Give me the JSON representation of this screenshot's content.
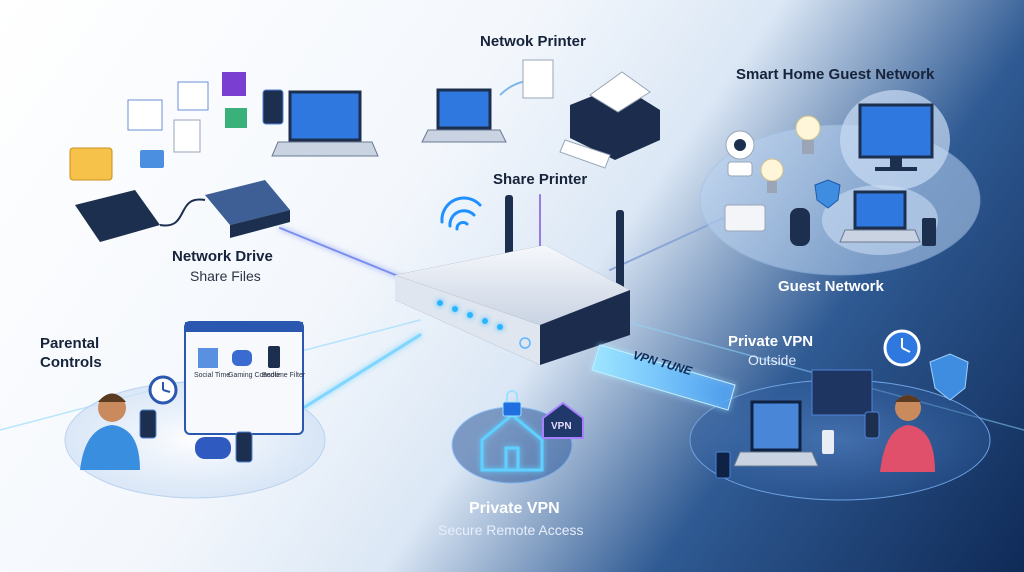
{
  "labels": {
    "network_printer": "Netwok Printer",
    "share_printer": "Share Printer",
    "smart_home": "Smart Home Guest Network",
    "guest_network": "Guest Network",
    "network_drive": "Network Drive",
    "share_files": "Share Files",
    "parental_controls": "Parental\nControls",
    "private_vpn_outside": "Private VPN",
    "outside": "Outside",
    "private_vpn_bottom": "Private VPN",
    "secure_remote": "Secure Remote Access",
    "vpn_badge": "VPN",
    "vpn_tunnel": "VPN TUNE"
  },
  "parental_app": {
    "tiles": [
      "Social Time",
      "Gaming Console",
      "Bedtime Filter"
    ]
  },
  "colors": {
    "accent_blue": "#1f6fe0",
    "glow_cyan": "#5fd0ff",
    "router_light": "#e9eef6",
    "router_dark": "#1d2f4f",
    "purple_link": "#8a6ad8"
  },
  "icons": [
    "router-icon",
    "wifi-icon",
    "printer-icon",
    "laptop-icon",
    "hard-drive-icon",
    "folder-icon",
    "phone-icon",
    "lock-icon",
    "house-icon",
    "shield-icon",
    "clock-icon",
    "camera-icon",
    "bulb-icon",
    "monitor-icon",
    "speaker-icon",
    "gamepad-icon",
    "person-icon"
  ]
}
